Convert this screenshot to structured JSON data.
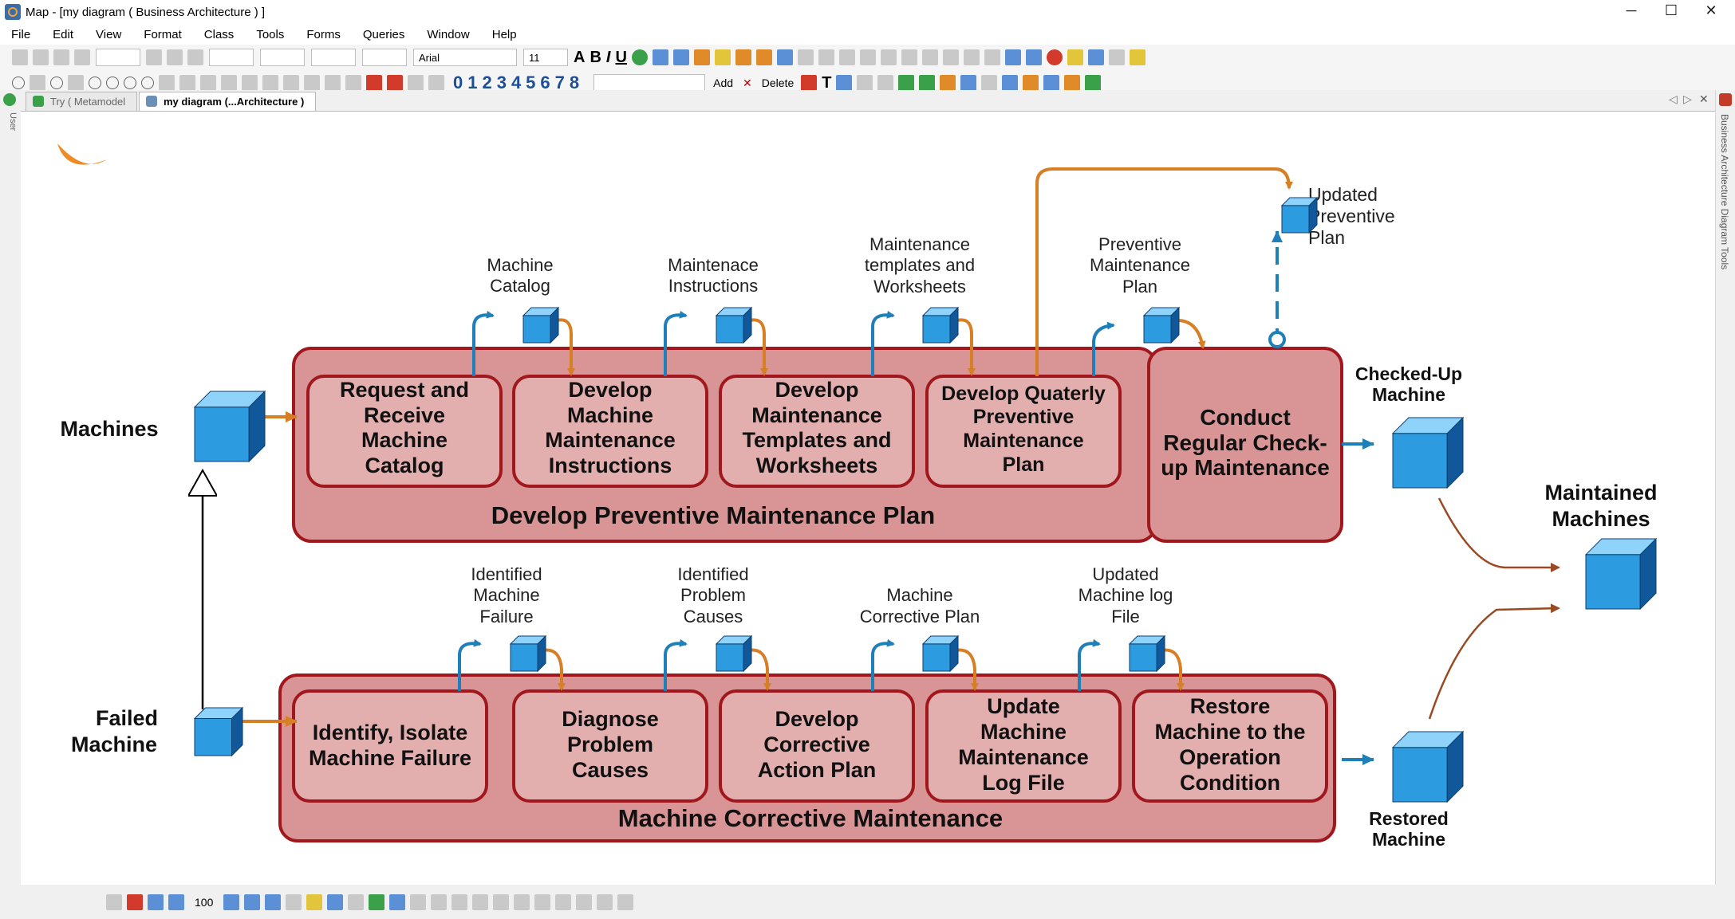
{
  "window": {
    "title": "Map - [my diagram ( Business Architecture ) ]",
    "min": "─",
    "max": "☐",
    "close": "✕"
  },
  "menu": [
    "File",
    "Edit",
    "View",
    "Format",
    "Class",
    "Tools",
    "Forms",
    "Queries",
    "Window",
    "Help"
  ],
  "toolbar": {
    "font": "Arial",
    "size": "11",
    "bold": "B",
    "italic": "I",
    "underline": "U",
    "font_size_btn": "A",
    "digits": "012345678",
    "add": "Add",
    "delete": "Delete"
  },
  "left_panel": {
    "label": "User"
  },
  "right_panel": {
    "label": "Business Architecture Diagram Tools"
  },
  "tabs": [
    {
      "label": "Try ( Metamodel )"
    },
    {
      "label": "my diagram (...Architecture )"
    }
  ],
  "statusbar": {
    "zoom": "100"
  },
  "diagram": {
    "inputs": {
      "machines": "Machines",
      "failed_machine_l1": "Failed",
      "failed_machine_l2": "Machine"
    },
    "outputs": {
      "checked_up_l1": "Checked-Up",
      "checked_up_l2": "Machine",
      "maintained_l1": "Maintained",
      "maintained_l2": "Machines",
      "restored_l1": "Restored",
      "restored_l2": "Machine",
      "updated_plan_l1": "Updated",
      "updated_plan_l2": "Preventive",
      "updated_plan_l3": "Plan"
    },
    "groups": {
      "top": "Develop  Preventive Maintenance Plan",
      "bottom": "Machine Corrective Maintenance"
    },
    "top_processes": [
      {
        "lines": [
          "Request and",
          "Receive",
          "Machine",
          "Catalog"
        ]
      },
      {
        "lines": [
          "Develop",
          "Machine",
          "Maintenance",
          "Instructions"
        ]
      },
      {
        "lines": [
          "Develop",
          "Maintenance",
          "Templates and",
          "Worksheets"
        ]
      },
      {
        "lines": [
          "Develop Quaterly",
          "Preventive",
          "Maintenance",
          "Plan"
        ]
      }
    ],
    "conduct": {
      "lines": [
        "Conduct",
        "Regular Check-",
        "up Maintenance"
      ]
    },
    "bottom_processes": [
      {
        "lines": [
          "Identify, Isolate",
          "Machine Failure"
        ]
      },
      {
        "lines": [
          "Diagnose",
          "Problem",
          "Causes"
        ]
      },
      {
        "lines": [
          "Develop",
          "Corrective",
          "Action Plan"
        ]
      },
      {
        "lines": [
          "Update",
          "Machine",
          "Maintenance",
          "Log File"
        ]
      },
      {
        "lines": [
          "Restore",
          "Machine to the",
          "Operation",
          "Condition"
        ]
      }
    ],
    "top_flows": [
      {
        "lines": [
          "Machine",
          "Catalog"
        ]
      },
      {
        "lines": [
          "Maintenace",
          "Instructions"
        ]
      },
      {
        "lines": [
          "Maintenance",
          "templates and",
          "Worksheets"
        ]
      },
      {
        "lines": [
          "Preventive",
          "Maintenance",
          "Plan"
        ]
      }
    ],
    "bottom_flows": [
      {
        "lines": [
          "Identified",
          "Machine",
          "Failure"
        ]
      },
      {
        "lines": [
          "Identified",
          "Problem",
          "Causes"
        ]
      },
      {
        "lines": [
          "Machine",
          "Corrective Plan"
        ]
      },
      {
        "lines": [
          "Updated",
          "Machine log",
          "File"
        ]
      }
    ],
    "colors": {
      "group_fill": "#d99595",
      "process_fill": "#e3aeae",
      "border": "#a0181e",
      "orange_arrow": "#d67f24",
      "blue_arrow": "#1f7fb8",
      "cube": "#2d9be0",
      "brown_line": "#9a4a22"
    }
  }
}
